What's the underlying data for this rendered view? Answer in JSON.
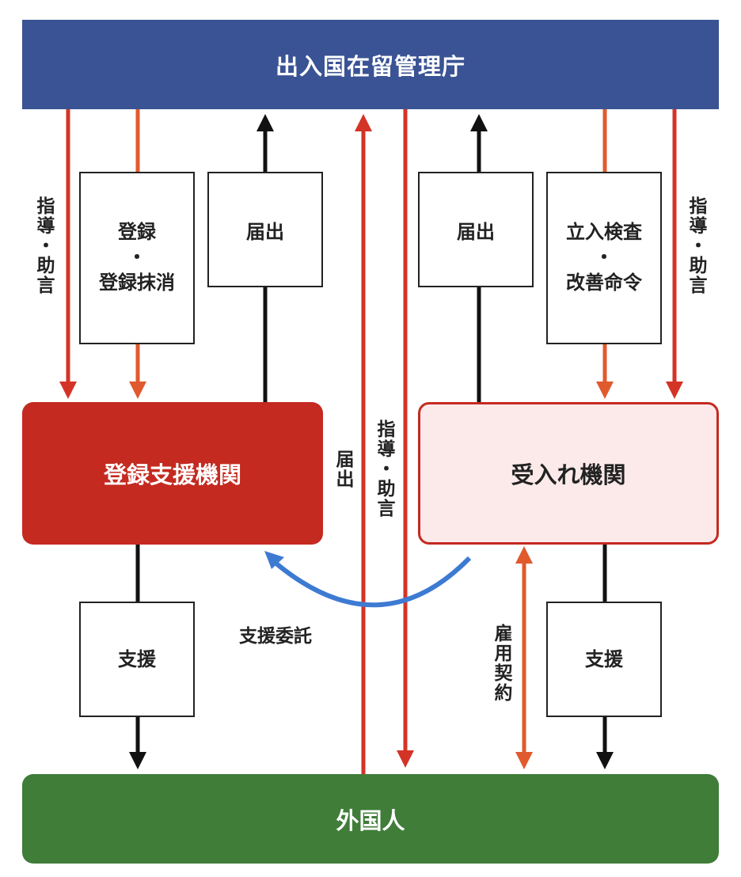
{
  "nodes": {
    "immigration_agency": "出入国在留管理庁",
    "registered_support_org": "登録支援機関",
    "host_org": "受入れ機関",
    "foreigner": "外国人"
  },
  "boxes": {
    "register_l1": "登録",
    "register_l2": "・",
    "register_l3": "登録抹消",
    "notify_left": "届出",
    "notify_right": "届出",
    "inspection_l1": "立入検査",
    "inspection_l2": "・",
    "inspection_l3": "改善命令",
    "support_left": "支援",
    "support_right": "支援"
  },
  "labels": {
    "guidance_left": "指導・助言",
    "guidance_right": "指導・助言",
    "guidance_center": "指導・助言",
    "notify_center": "届出",
    "support_outsourcing": "支援委託",
    "employment_contract": "雇用契約"
  },
  "colors": {
    "immigration_bar": "#3a5394",
    "registered_support_bg": "#c42a20",
    "host_bg": "#fceaea",
    "host_border": "#c42a20",
    "foreigner_bar": "#3f7d38",
    "red_arrow": "#d33426",
    "orange_arrow": "#e05a2e",
    "black_arrow": "#111111",
    "blue_arrow": "#3d7bd2"
  }
}
